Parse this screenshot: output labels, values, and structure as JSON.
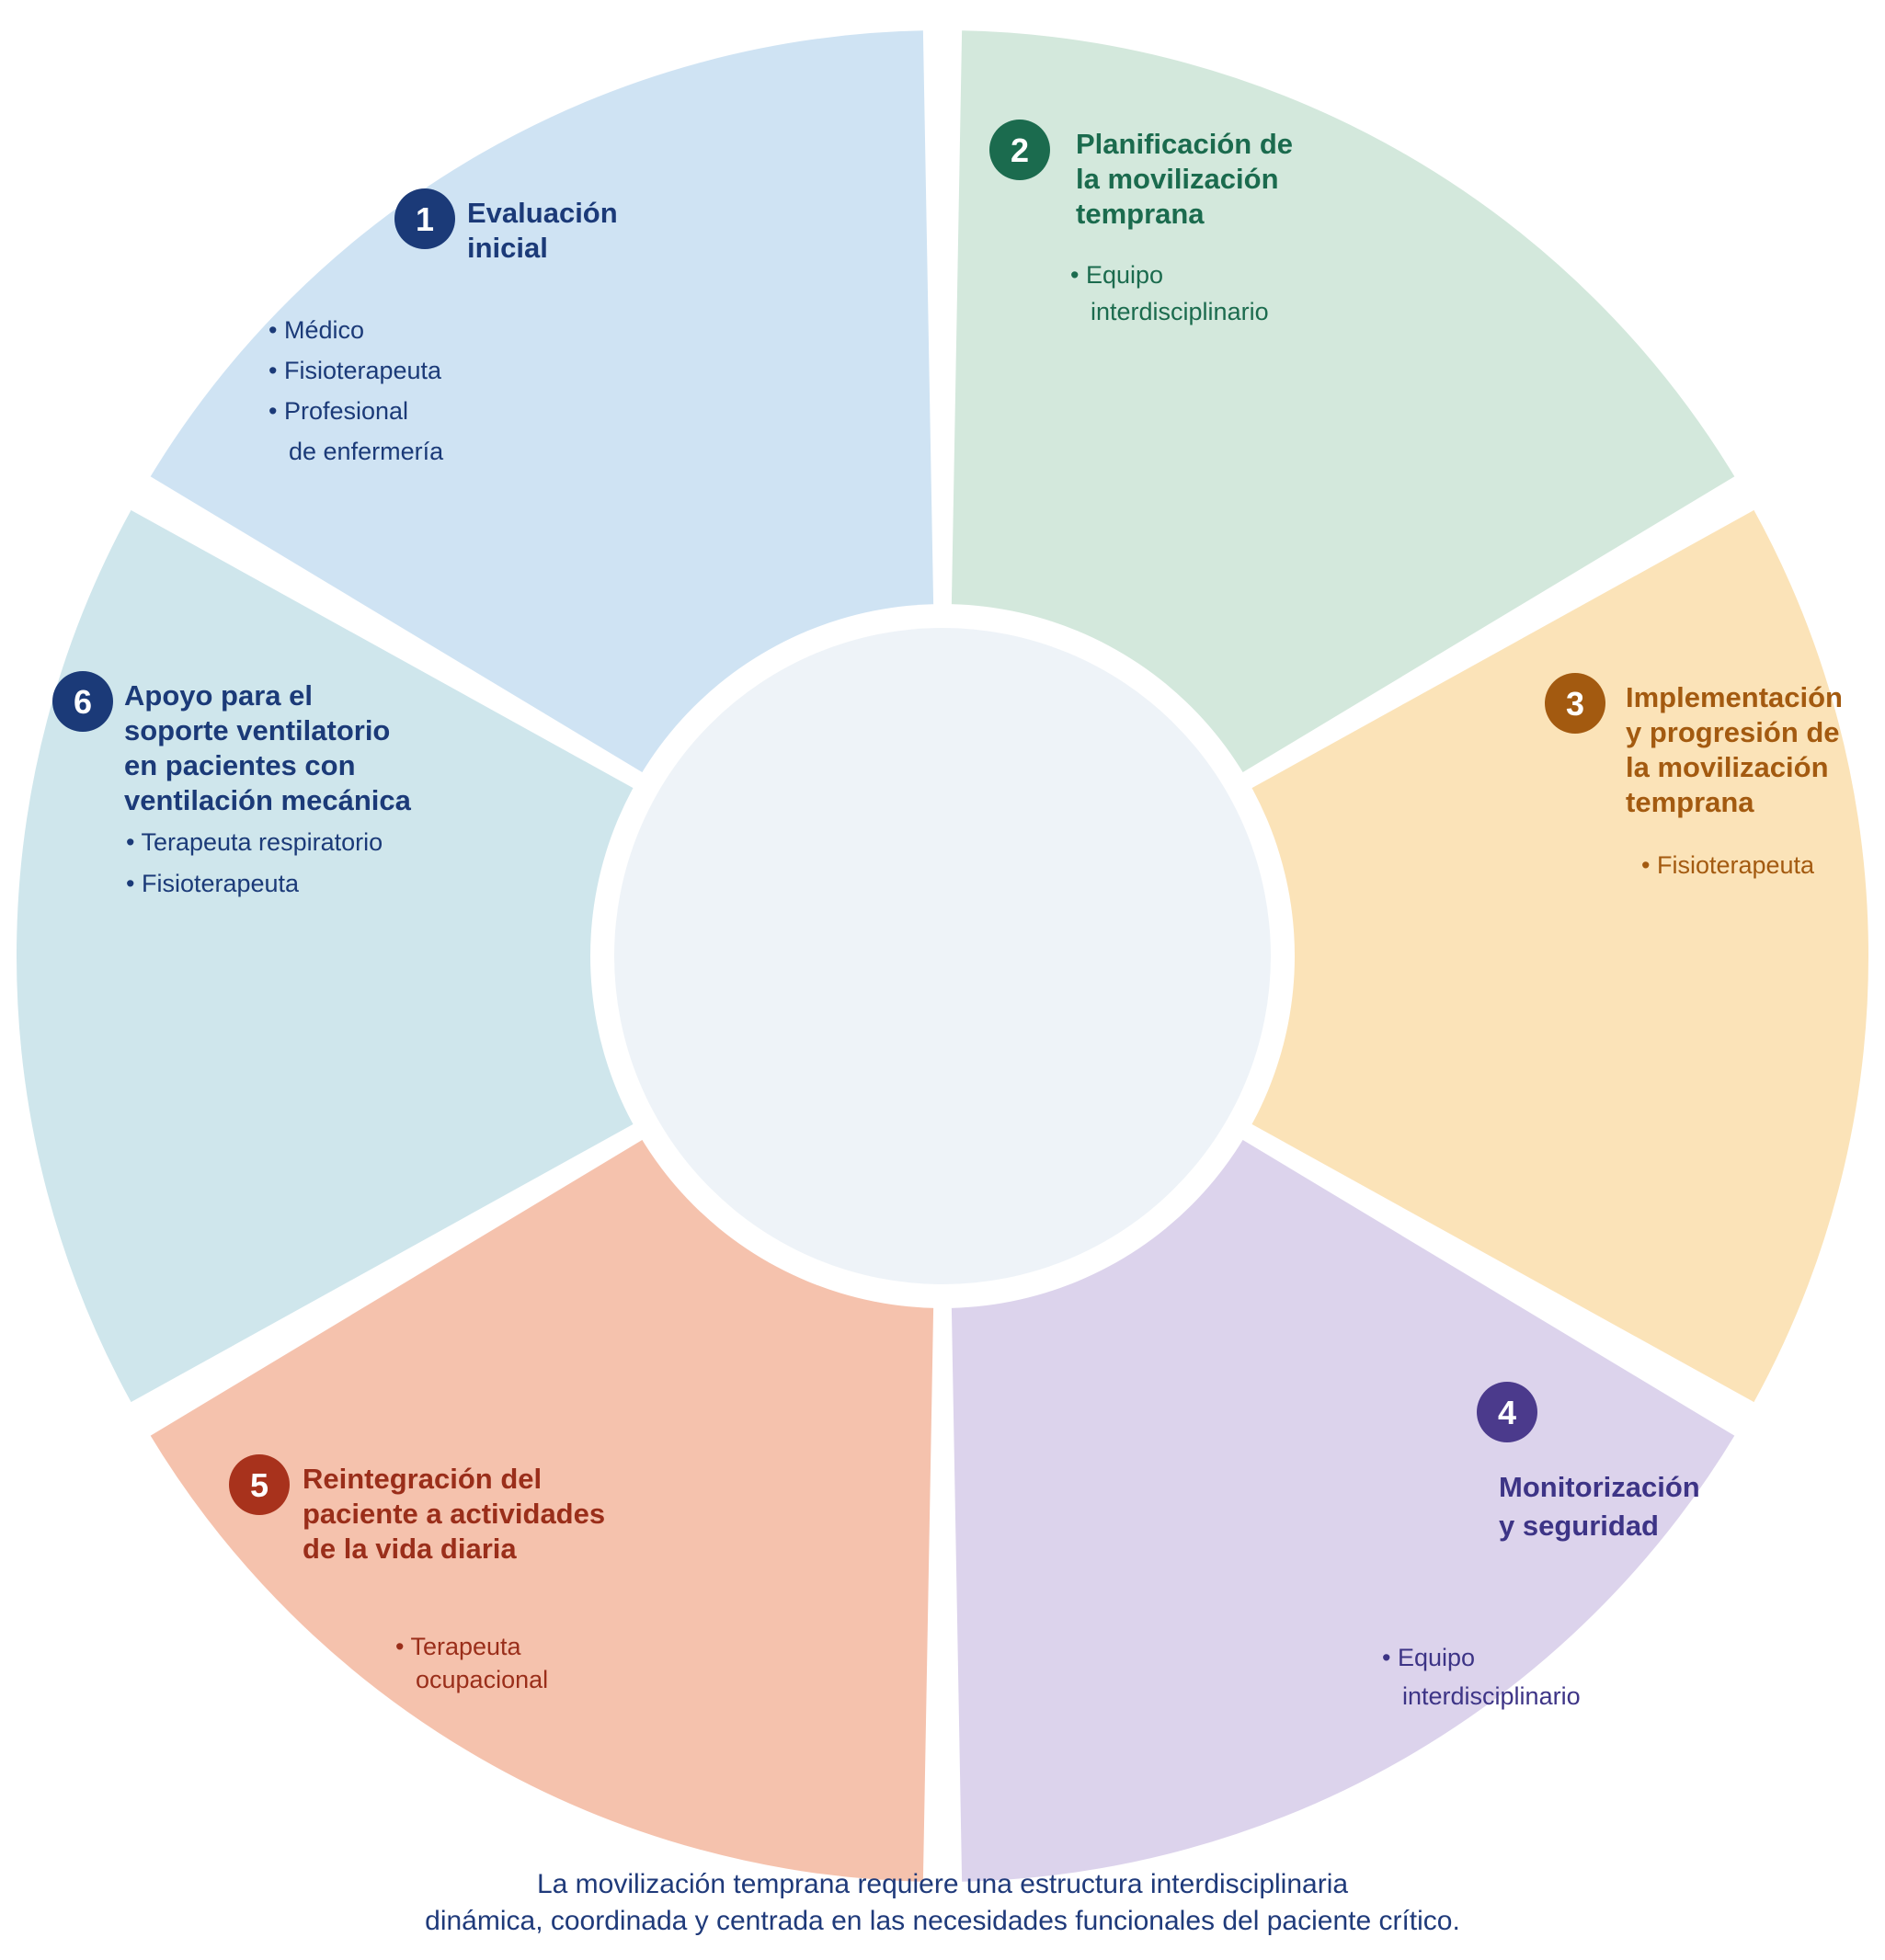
{
  "segments": [
    {
      "number": "1",
      "title": [
        "Evaluación",
        "inicial"
      ],
      "bullets": [
        "• Médico",
        "• Fisioterapeuta",
        "• Profesional",
        "de enfermería"
      ],
      "colors": {
        "bg": "#cfe3f3",
        "badge": "#1b3a78",
        "title": "#1b3a78",
        "text": "#1b3a78"
      }
    },
    {
      "number": "2",
      "title": [
        "Planificación de",
        "la movilización",
        "temprana"
      ],
      "bullets": [
        "• Equipo",
        "interdisciplinario"
      ],
      "colors": {
        "bg": "#d3e8dc",
        "badge": "#1b6b4e",
        "title": "#1b6b4e",
        "text": "#1b6b4e"
      }
    },
    {
      "number": "3",
      "title": [
        "Implementación",
        "y progresión de",
        "la movilización",
        "temprana"
      ],
      "bullets": [
        "• Fisioterapeuta"
      ],
      "colors": {
        "bg": "#fbe3b8",
        "badge": "#a35a10",
        "title": "#a35a10",
        "text": "#a35a10"
      }
    },
    {
      "number": "4",
      "title": [
        "Monitorización",
        "y seguridad"
      ],
      "bullets": [
        "• Equipo",
        "interdisciplinario"
      ],
      "colors": {
        "bg": "#dcd3ec",
        "badge": "#4b3a8c",
        "title": "#3d3486",
        "text": "#3d3486"
      }
    },
    {
      "number": "5",
      "title": [
        "Reintegración del",
        "paciente a actividades",
        "de la vida diaria"
      ],
      "bullets": [
        "• Terapeuta",
        "ocupacional"
      ],
      "colors": {
        "bg": "#f5c2ad",
        "badge": "#a8321c",
        "title": "#9a2e1a",
        "text": "#9a2e1a"
      }
    },
    {
      "number": "6",
      "title": [
        "Apoyo para el",
        "soporte ventilatorio",
        "en pacientes con",
        "ventilación mecánica"
      ],
      "bullets": [
        "• Terapeuta respiratorio",
        "• Fisioterapeuta"
      ],
      "colors": {
        "bg": "#cfe6ec",
        "badge": "#1b3a78",
        "title": "#1b3a78",
        "text": "#1b3a78"
      }
    }
  ],
  "center": {
    "ring": "#ffffff"
  },
  "caption": [
    "La movilización temprana requiere una estructura interdisciplinaria",
    "dinámica, coordinada y centrada en las necesidades funcionales del paciente crítico."
  ]
}
